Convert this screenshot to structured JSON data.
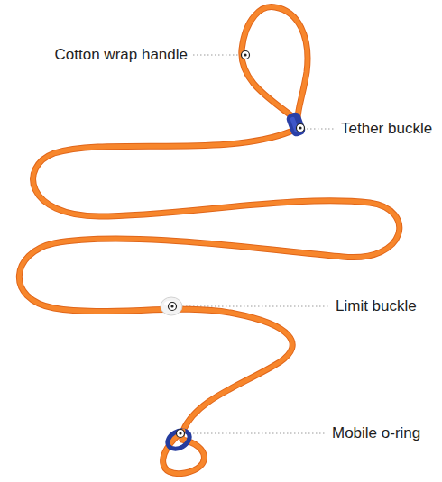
{
  "diagram": {
    "labels": [
      "Cotton wrap handle",
      "Tether buckle",
      "Limit buckle",
      "Mobile o-ring"
    ]
  }
}
